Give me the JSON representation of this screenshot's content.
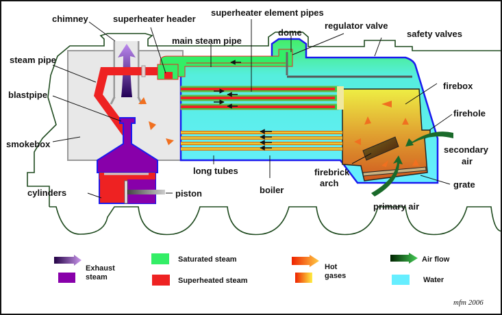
{
  "title": "Steam locomotive boiler and cylinder diagram",
  "labels": {
    "chimney": "chimney",
    "superheater_header": "superheater header",
    "superheater_element_pipes": "superheater element pipes",
    "main_steam_pipe": "main steam pipe",
    "dome": "dome",
    "regulator_valve": "regulator valve",
    "safety_valves": "safety valves",
    "steam_pipe": "steam pipe",
    "blastpipe": "blastpipe",
    "smokebox": "smokebox",
    "firebox": "firebox",
    "firehole": "firehole",
    "secondary_air_1": "secondary",
    "secondary_air_2": "air",
    "long_tubes": "long tubes",
    "boiler": "boiler",
    "firebrick_arch_1": "firebrick",
    "firebrick_arch_2": "arch",
    "grate": "grate",
    "primary_air": "primary air",
    "cylinders": "cylinders",
    "piston": "piston"
  },
  "legend": {
    "exhaust_1": "Exhaust",
    "exhaust_2": "steam",
    "saturated": "Saturated steam",
    "superheated": "Superheated steam",
    "hot_1": "Hot",
    "hot_2": "gases",
    "air_flow": "Air flow",
    "water": "Water"
  },
  "colors": {
    "saturated_steam": "#33ee66",
    "superheated_steam": "#ee2222",
    "exhaust_steam": "#8800aa",
    "water": "#66eeff",
    "boiler_outline": "#1a1aee",
    "loco_outline": "#1e4a1e",
    "smokebox_fill": "#e8e8e8"
  },
  "signature": "mfm  2006"
}
